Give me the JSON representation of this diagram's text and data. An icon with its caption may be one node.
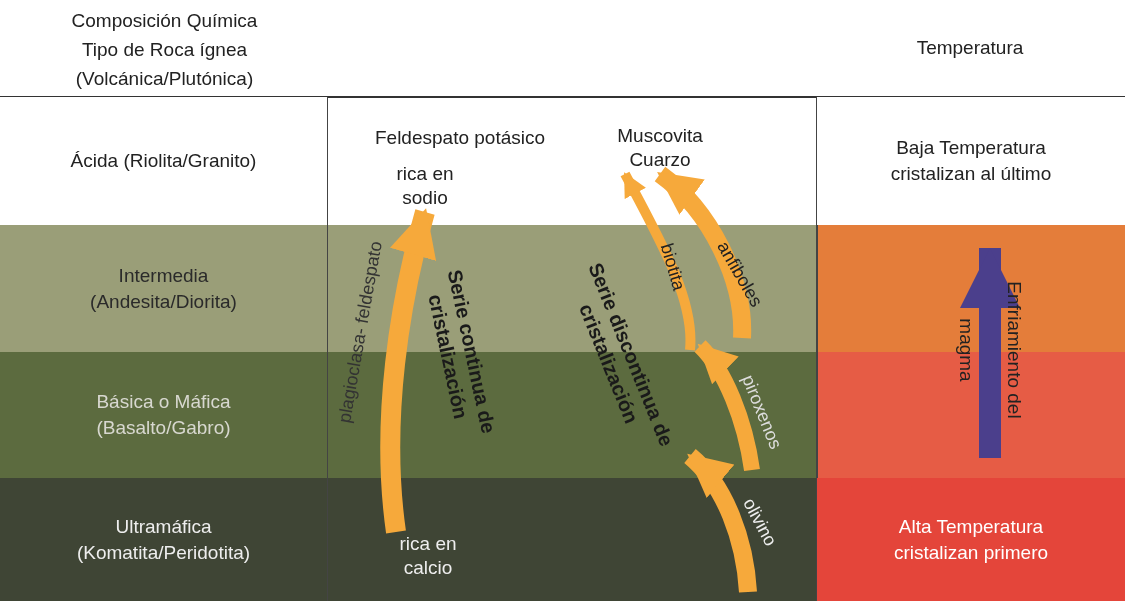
{
  "diagram": {
    "nodes": [
      {
        "text": [
          "Ácida (Riolita/Granito)"
        ]
      },
      {
        "text": [
          "rica en sodio"
        ]
      },
      {
        "text": [
          "Muscovita Cuarzo"
        ]
      },
      {
        "text": [
          "Baja Temperatura cristalizan al último"
        ]
      },
      {
        "text": [
          "Intermedia (Andesita/Diorita)"
        ]
      },
      {
        "text": [
          "Básica o Máfica (Basalto/Gabro)"
        ]
      },
      {
        "text": [
          "Ultramáfica (Komatita/Peridotita)"
        ]
      },
      {
        "text": [
          "rica en calcio"
        ]
      },
      {
        "text": [
          "Alta Temperatura cristalizan primero"
        ]
      }
    ],
    "edges": [
      {
        "from": 7,
        "to": 1,
        "arrow": "to",
        "label": "plagioclasa- feldespato"
      },
      {
        "from": null,
        "to": 2,
        "arrow": "to",
        "label": "anfiboles"
      },
      {
        "from": null,
        "to": 2,
        "arrow": "to",
        "label": "biotita"
      }
    ],
    "labels": [
      "Composición Química Tipo de Roca ígnea (Volcánica/Plutónica)",
      "Temperatura",
      "Feldespato potásico",
      "Serie continua de cristalización",
      "Serie discontinua de cristalización",
      "Enfriamiento del magma",
      "olivino",
      "piroxenos"
    ]
  }
}
